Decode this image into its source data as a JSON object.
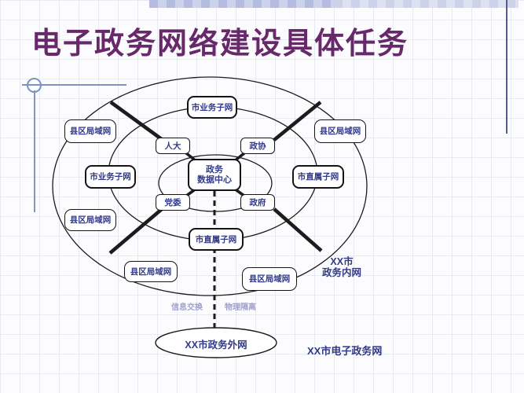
{
  "slide": {
    "title": "电子政务网络建设具体任务"
  },
  "diagram": {
    "center": {
      "line1": "政务",
      "line2": "数据中心"
    },
    "quadrants": {
      "renda": "人大",
      "zhengxie": "政协",
      "dangwei": "党委",
      "zhengfu": "政府"
    },
    "subnets": {
      "top": "市业务子网",
      "left": "市业务子网",
      "right": "市直属子网",
      "bottom": "市直属子网"
    },
    "lans": {
      "top_left": "县区局域网",
      "top_right": "县区局域网",
      "mid_left": "县区局域网",
      "bottom_left": "县区局域网",
      "bottom_right": "县区局域网"
    },
    "annotations": {
      "intranet_line1": "XX市",
      "intranet_line2": "政务内网",
      "info_exchange": "信息交换",
      "physical_isolation": "物理隔离",
      "extranet": "XX市政务外网",
      "whole_network": "XX市电子政务网"
    }
  },
  "colors": {
    "title": "#67296a",
    "node_text": "#323a8a",
    "annotation_muted": "#a0a0cd",
    "decoration_blue": "#7c92c4",
    "line_black": "#1c1c1c"
  }
}
